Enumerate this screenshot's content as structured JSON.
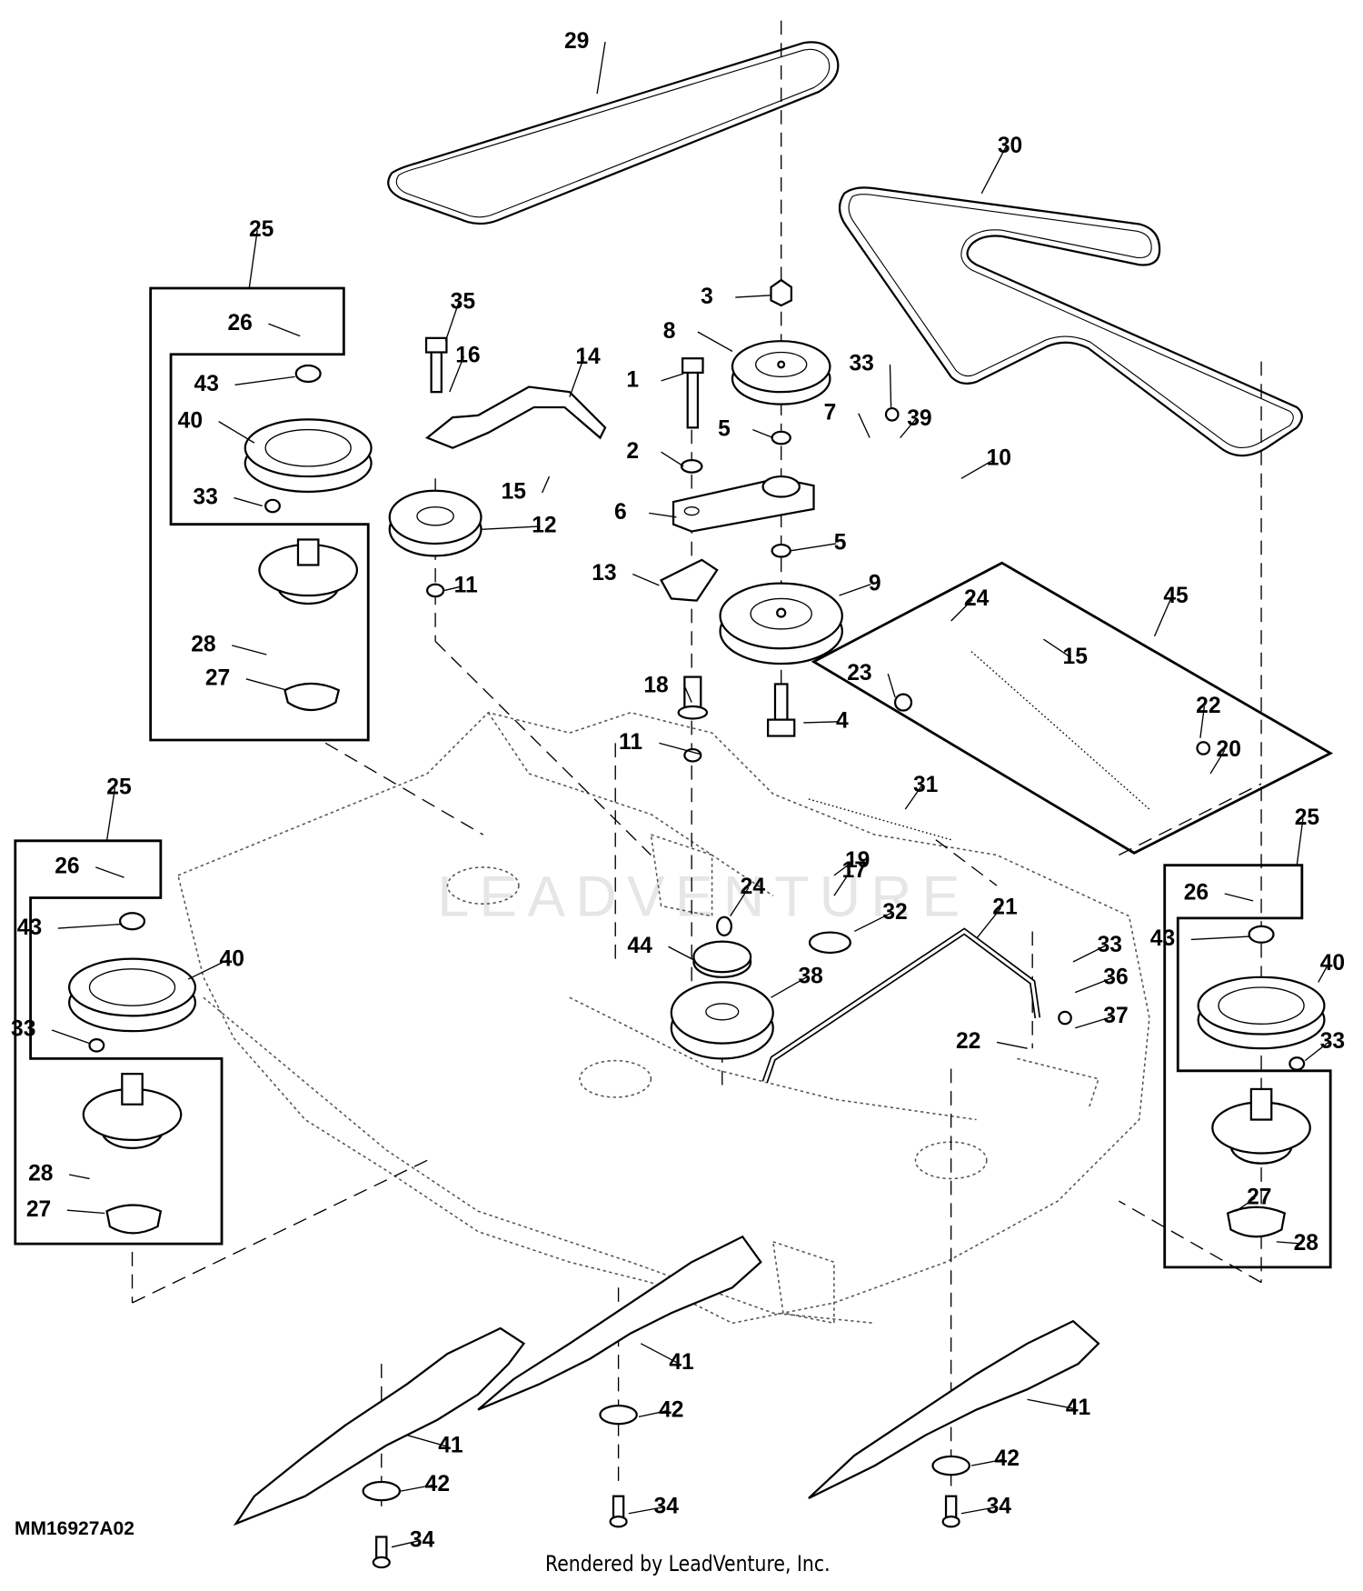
{
  "diagram": {
    "code": "MM16927A02",
    "credit": "Rendered by LeadVenture, Inc.",
    "watermark": "LEADVENTURE",
    "callouts": [
      "1",
      "2",
      "3",
      "4",
      "5",
      "5",
      "6",
      "7",
      "8",
      "9",
      "10",
      "11",
      "11",
      "12",
      "13",
      "14",
      "15",
      "15",
      "16",
      "17",
      "18",
      "19",
      "20",
      "21",
      "22",
      "22",
      "23",
      "24",
      "24",
      "25",
      "25",
      "25",
      "26",
      "26",
      "26",
      "27",
      "27",
      "27",
      "28",
      "28",
      "28",
      "29",
      "30",
      "31",
      "32",
      "33",
      "33",
      "33",
      "33",
      "33",
      "34",
      "34",
      "34",
      "35",
      "36",
      "37",
      "38",
      "39",
      "40",
      "40",
      "40",
      "41",
      "41",
      "41",
      "42",
      "42",
      "42",
      "43",
      "43",
      "43",
      "44",
      "45"
    ]
  }
}
